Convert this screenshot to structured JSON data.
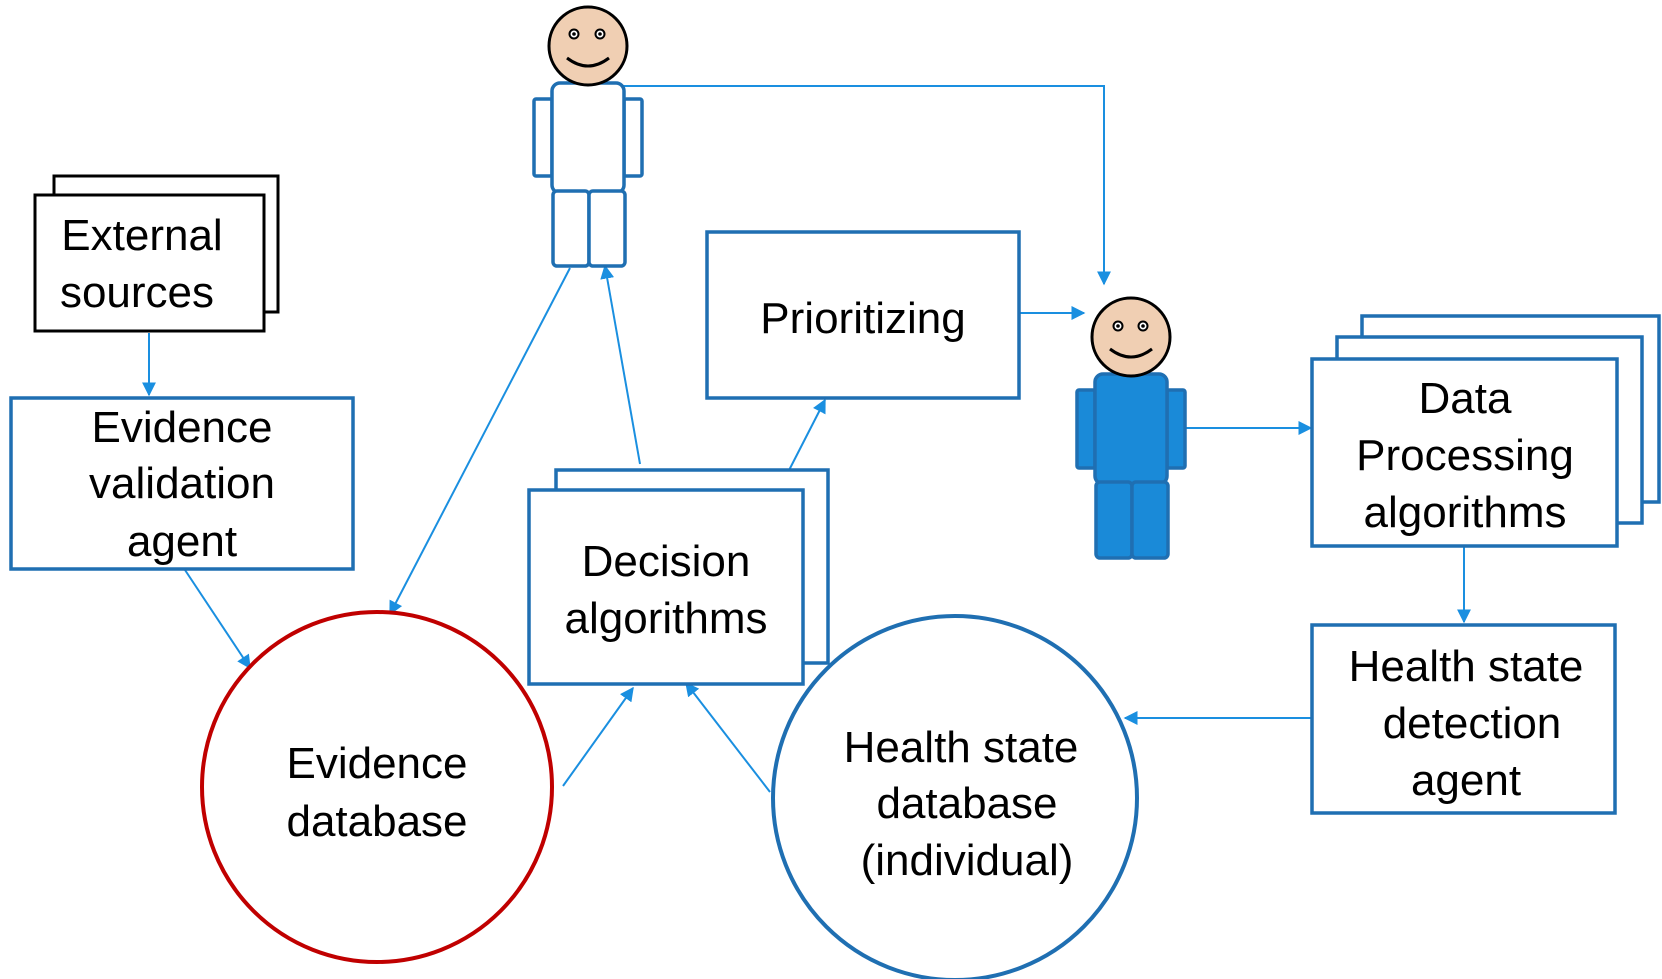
{
  "diagram": {
    "colors": {
      "box_border": "#1f6fb2",
      "arrow": "#1a8fe0",
      "evidence_circle": "#c00000",
      "health_circle": "#1f6fb2",
      "person_body_outline": "#1f6fb2",
      "person_body_fill_active": "#1a8ad8",
      "face": "#f0cfb3"
    },
    "nodes": {
      "external_sources": {
        "lines": [
          "External",
          "sources"
        ]
      },
      "evidence_validation": {
        "lines": [
          "Evidence",
          "validation",
          "agent"
        ]
      },
      "evidence_db": {
        "lines": [
          "Evidence",
          "database"
        ]
      },
      "decision": {
        "lines": [
          "Decision",
          "algorithms"
        ]
      },
      "prioritizing": {
        "lines": [
          "Prioritizing"
        ]
      },
      "data_processing": {
        "lines": [
          "Data",
          "Processing",
          "algorithms"
        ]
      },
      "health_detection": {
        "lines": [
          "Health state",
          "detection",
          "agent"
        ]
      },
      "health_db": {
        "lines": [
          "Health state",
          "database",
          "(individual)"
        ]
      }
    },
    "actors": {
      "top_person": {
        "icon": "person-icon",
        "filled": false
      },
      "right_person": {
        "icon": "person-icon",
        "filled": true
      }
    }
  }
}
